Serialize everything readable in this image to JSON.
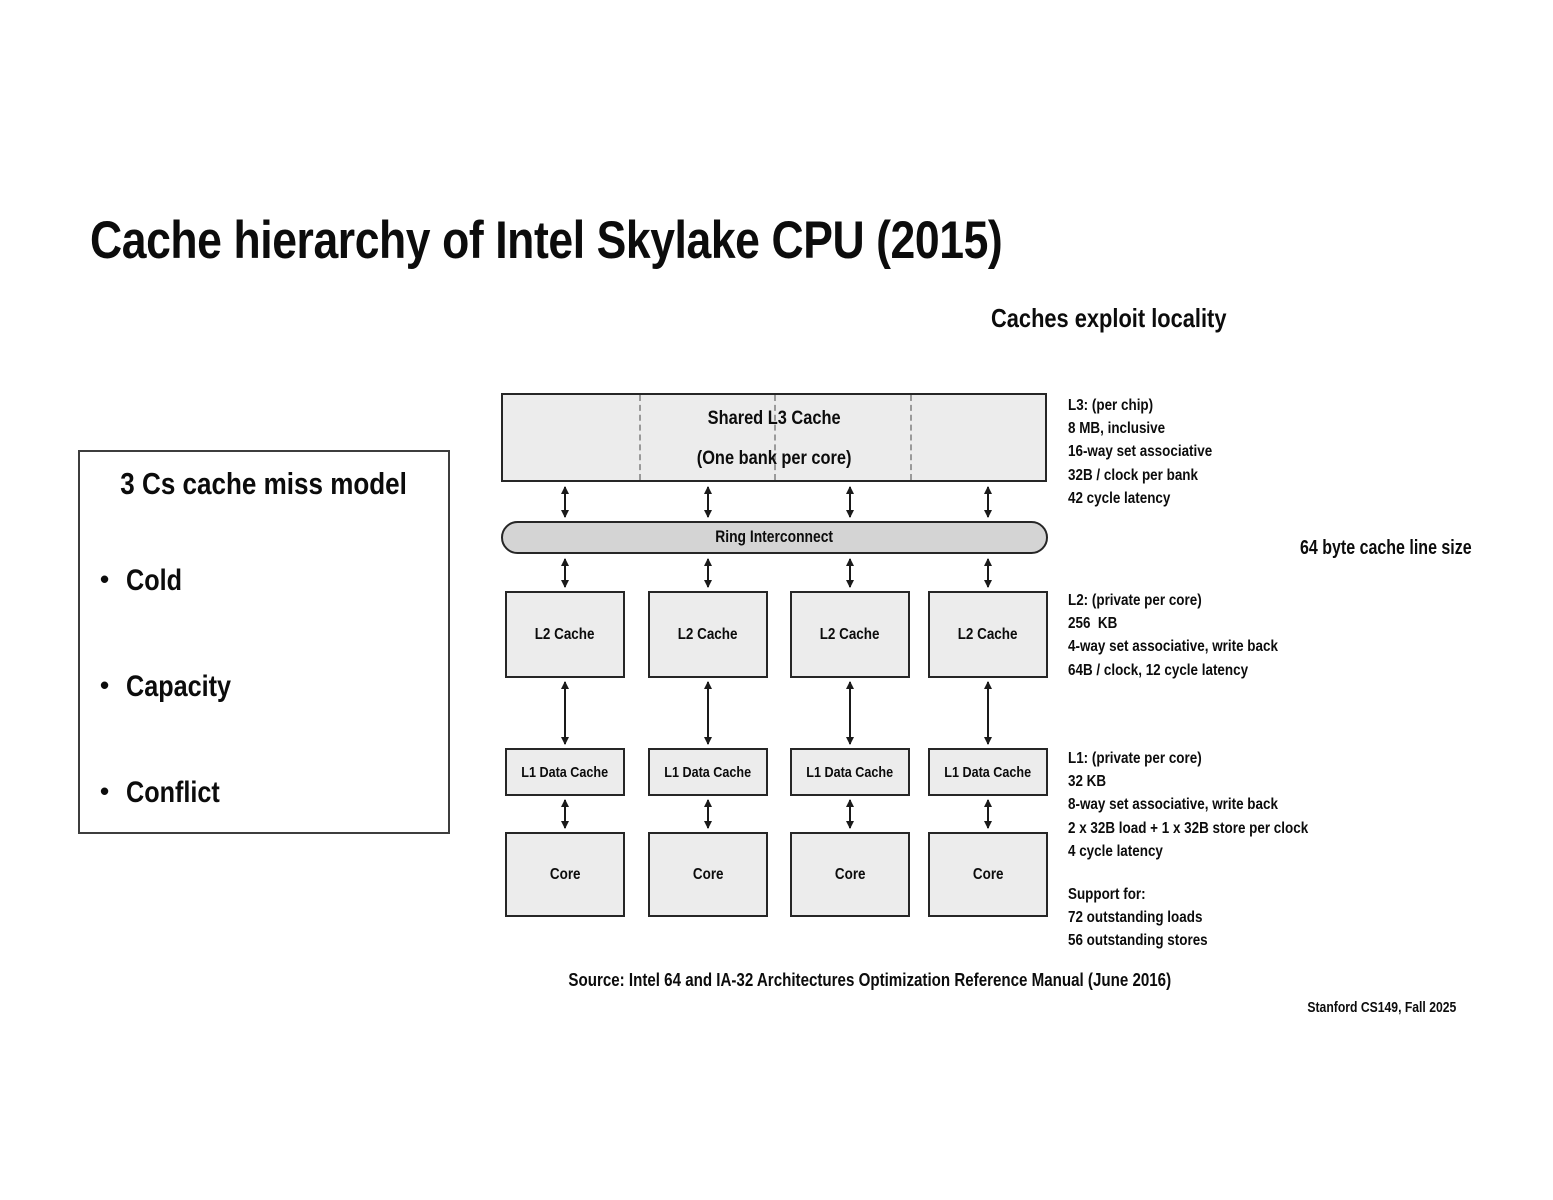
{
  "slide": {
    "title": "Cache hierarchy of Intel Skylake CPU (2015)",
    "subtitle": "Caches exploit locality",
    "cache_line_note": "64 byte cache line size",
    "source": "Source: Intel 64 and IA-32 Architectures Optimization Reference Manual (June 2016)",
    "footer": "Stanford CS149, Fall 2025"
  },
  "miss_model": {
    "title": "3 Cs cache miss model",
    "bullet": "•",
    "items": [
      "Cold",
      "Capacity",
      "Conflict"
    ]
  },
  "diagram": {
    "l3_line1": "Shared L3 Cache",
    "l3_line2": "(One bank per core)",
    "ring_label": "Ring Interconnect",
    "l2_label": "L2 Cache",
    "l1_label": "L1 Data Cache",
    "core_label": "Core",
    "ann_l3": [
      "L3: (per chip)",
      "8 MB, inclusive",
      "16-way set associative",
      "32B / clock per bank",
      "42 cycle latency"
    ],
    "ann_l2": [
      "L2: (private per core)",
      "256  KB",
      "4-way set associative, write back",
      "64B / clock, 12 cycle latency"
    ],
    "ann_l1": [
      "L1: (private per core)",
      "32 KB",
      "8-way set associative, write back",
      "2 x 32B load + 1 x 32B store per clock",
      "4 cycle latency"
    ],
    "ann_support": [
      "Support for:",
      "72 outstanding loads",
      "56 outstanding stores"
    ]
  },
  "colors": {
    "background": "#ffffff",
    "box_fill": "#ececec",
    "ring_fill": "#d4d4d4",
    "box_border": "#262626",
    "dashed_divider": "#9a9a9a",
    "text": "#0c0c0c"
  }
}
